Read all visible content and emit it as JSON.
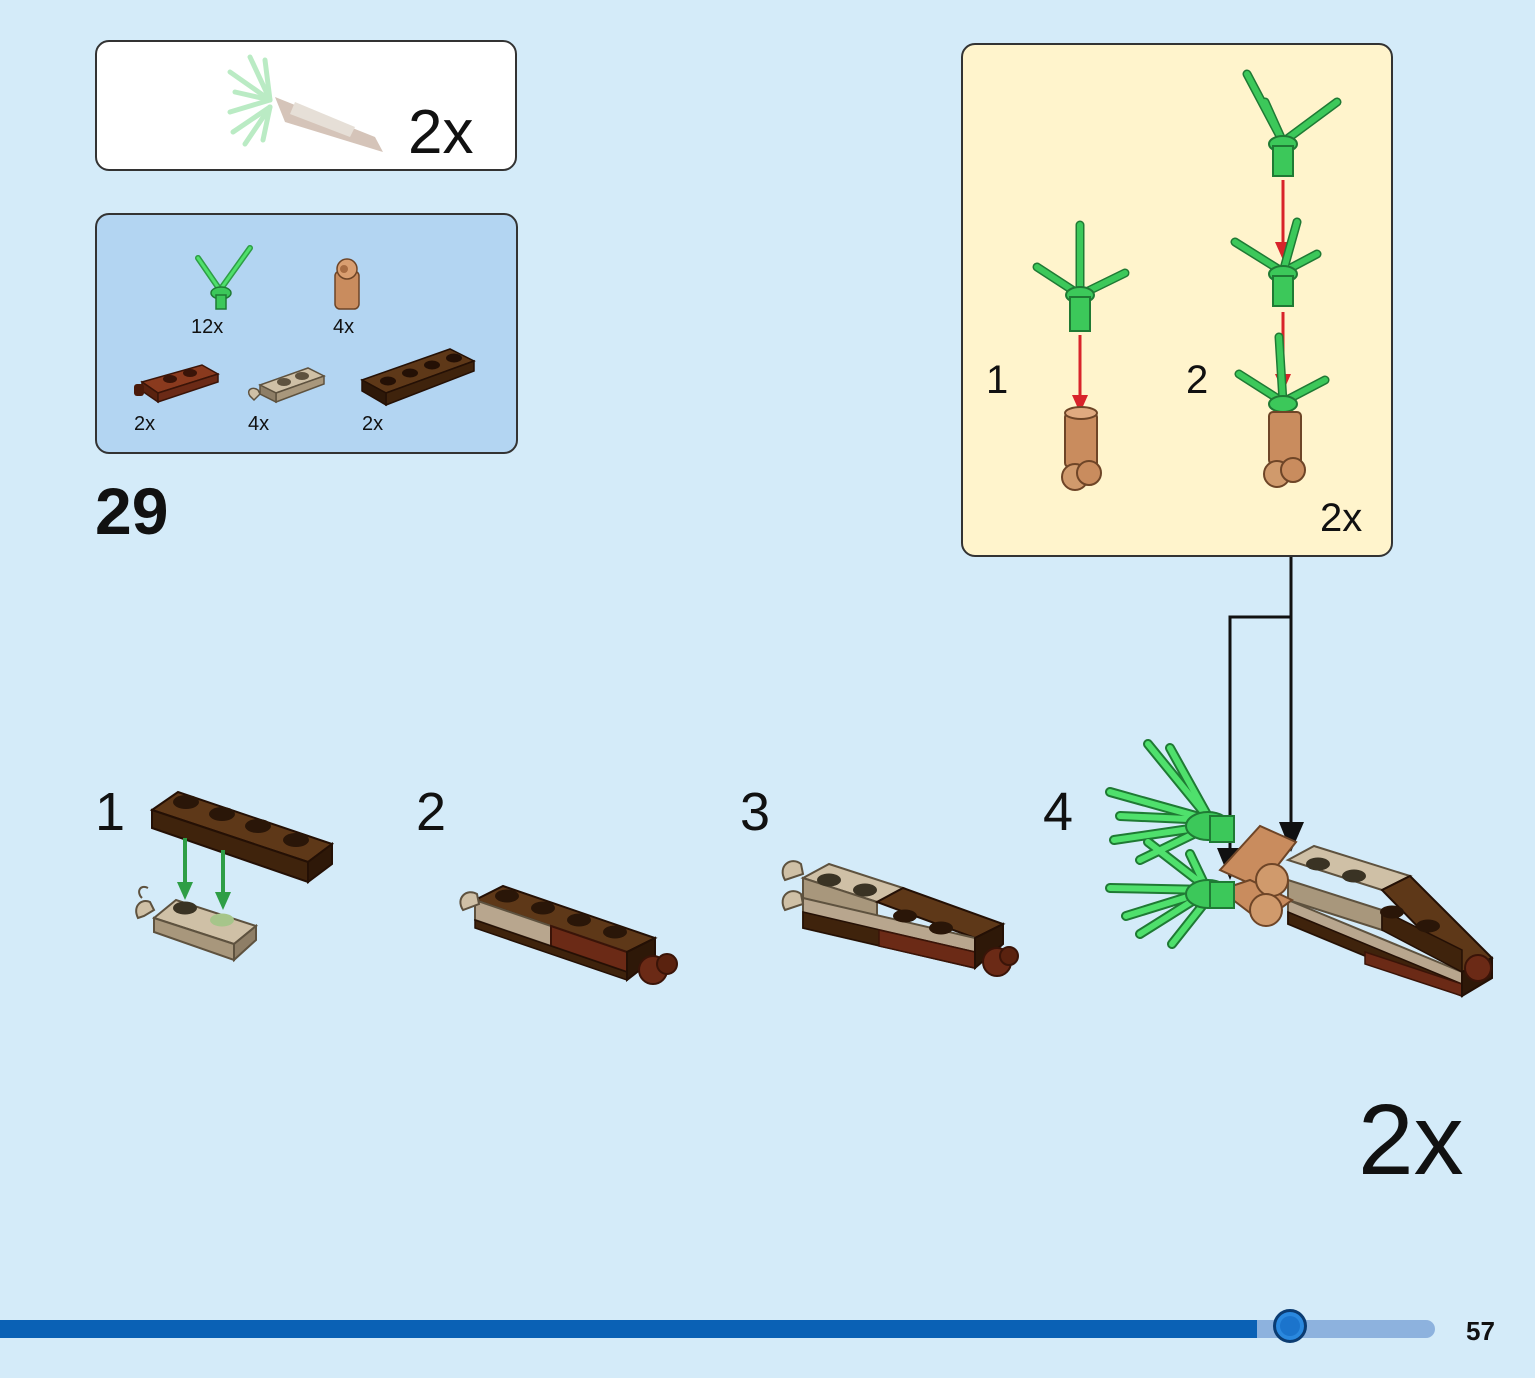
{
  "callout_top": {
    "multiplier": "2x"
  },
  "parts": [
    {
      "name": "green-bar-holder",
      "qty": "12x",
      "color": "#3cc85a"
    },
    {
      "name": "tan-arm-piece",
      "qty": "4x",
      "color": "#c98c5e"
    },
    {
      "name": "brown-hinge-plate",
      "qty": "2x",
      "color": "#6b2a16"
    },
    {
      "name": "tan-clip-plate",
      "qty": "4x",
      "color": "#b8a68e"
    },
    {
      "name": "dark-brown-plate-1x4",
      "qty": "2x",
      "color": "#4a2a12"
    }
  ],
  "main_step": "29",
  "sub_assembly": {
    "steps": [
      "1",
      "2"
    ],
    "multiplier": "2x"
  },
  "build_steps": [
    "1",
    "2",
    "3",
    "4"
  ],
  "step_multiplier": "2x",
  "progress": {
    "fraction": 0.876
  },
  "page_number": "57",
  "colors": {
    "background": "#d4ebf9",
    "green": "#3cc85a",
    "dark_brown": "#4a2a12",
    "red_arrow": "#d8232a",
    "progress_blue": "#0a61b5"
  }
}
